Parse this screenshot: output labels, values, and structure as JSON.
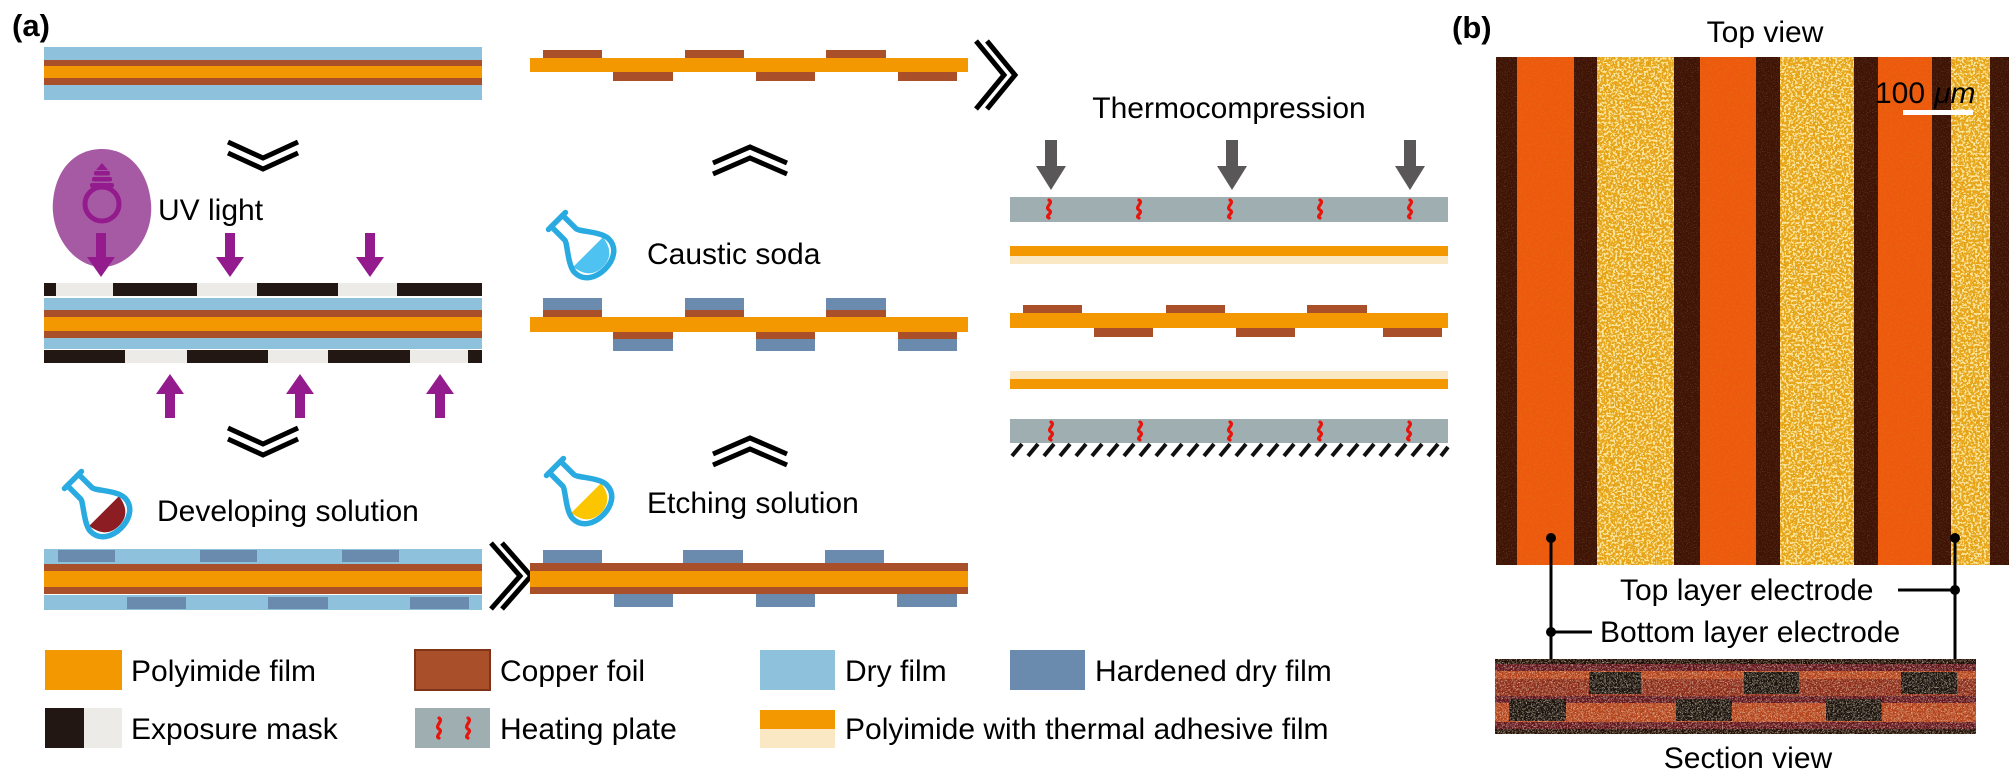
{
  "figure": {
    "panel_a_label": "(a)",
    "panel_b_label": "(b)"
  },
  "process_a": {
    "uv_light_label": "UV light",
    "developing_label": "Developing solution",
    "caustic_label": "Caustic soda",
    "etching_label": "Etching solution",
    "thermocompression_label": "Thermocompression"
  },
  "legend": {
    "items": [
      {
        "label": "Polyimide film"
      },
      {
        "label": "Copper foil"
      },
      {
        "label": "Dry film"
      },
      {
        "label": "Hardened dry film"
      },
      {
        "label": "Exposure mask"
      },
      {
        "label": "Heating plate"
      },
      {
        "label": "Polyimide with thermal adhesive film"
      }
    ]
  },
  "panel_b": {
    "top_view_title": "Top view",
    "scale_value": "100",
    "scale_unit": "μm",
    "top_electrode_label": "Top layer electrode",
    "bottom_electrode_label": "Bottom layer electrode",
    "section_view_title": "Section view"
  },
  "colors": {
    "polyimide": "#F39800",
    "copper": "#A9502B",
    "dry_film": "#8EC1DC",
    "hardened_dry_film": "#6A8BAE",
    "exposure_mask_dark": "#221713",
    "exposure_mask_light": "#EDEBE7",
    "heating_plate": "#9FAEB0",
    "heater_squiggle": "#E8140C",
    "thermal_adhesive": "#FAE8C4",
    "uv_blob": "#A75AA4",
    "uv_glyph": "#941B8D",
    "flask_outline": "#29ABE2",
    "developing_liquid": "#8C1D23",
    "caustic_liquid": "#4EC2F0",
    "etching_liquid": "#FBC600",
    "press_arrow": "#595757",
    "micro_dark": "#3F1404",
    "micro_orange": "#ED5A0F",
    "micro_yellow": "#E8A81E"
  }
}
